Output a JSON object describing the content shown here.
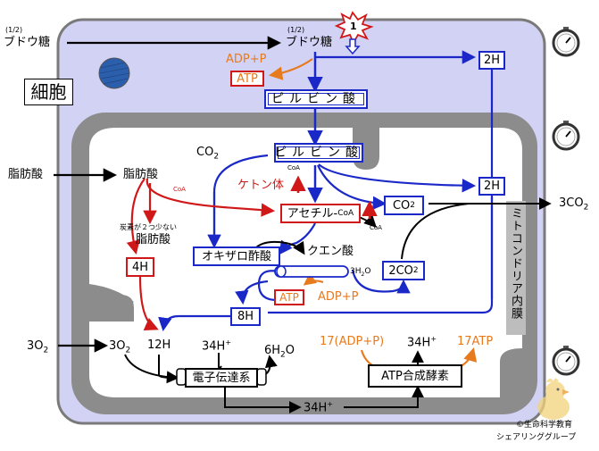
{
  "labels": {
    "half_left": "(1/2)",
    "budoutou_left": "ブドウ糖",
    "half_mid": "(1/2)",
    "budoutou_mid": "ブドウ糖",
    "star_num": "1",
    "adp_p_top": "ADP+P",
    "atp_top": "ATP",
    "h2_top": "2H",
    "cell": "細胞",
    "pyruvate_top": "ピルビン酸",
    "pyruvate_mid": "ピルビン酸",
    "co2_left_main": "CO",
    "co2_left_sub": "2",
    "coa_small_1": "CoA",
    "h2_mid": "2H",
    "fatty_acid_left": "脂肪酸",
    "fatty_acid_inner": "脂肪酸",
    "coa_small_2": "CoA",
    "ketone": "ケトン体",
    "co2_box_main": "CO",
    "co2_box_sub": "2",
    "three_co2_main": "3CO",
    "three_co2_sub": "2",
    "acetyl_main": "アセチル-",
    "acetyl_coa": "CoA",
    "coa_small_3": "CoA",
    "carbon2_note": "炭素が２つ少ない",
    "fatty_acid_short": "脂肪酸",
    "h4": "4H",
    "oxaloacetate": "オキザロ酢酸",
    "citric_acid": "クエン酸",
    "h2o_small_main": "3H",
    "h2o_small_sub": "2",
    "h2o_small_tail": "O",
    "two_co2_main": "2CO",
    "two_co2_sub": "2",
    "atp_mid": "ATP",
    "adp_p_mid": "ADP+P",
    "mito_membrane": "ミトコンドリア内膜",
    "h8": "8H",
    "o2_left_main": "3O",
    "o2_left_sub": "2",
    "o2_inner_main": "3O",
    "o2_inner_sub": "2",
    "h12": "12H",
    "h34_a_main": "34H",
    "h34_a_sup": "+",
    "h2o_out_main": "6H",
    "h2o_out_sub": "2",
    "h2o_out_tail": "O",
    "adp17": "17(ADP+P)",
    "h34_b_main": "34H",
    "h34_b_sup": "+",
    "atp17": "17ATP",
    "etc": "電子伝達系",
    "atp_synthase": "ATP合成酵素",
    "h34_c_main": "34H",
    "h34_c_sup": "+",
    "copyright": "©生命科学教育",
    "copyright2": "シェアリンググループ"
  },
  "colors": {
    "blue_arrow": "#1a28c8",
    "red_arrow": "#d01818",
    "orange": "#e87a1e",
    "cell_fill": "#d2d2f5",
    "cell_stroke": "#7a7a7a",
    "mito_gray": "#8c8c8c",
    "nucleus": "#2b5eab"
  },
  "icons": [
    "stopwatch-icon",
    "stopwatch-icon",
    "stopwatch-icon",
    "star-burst-icon",
    "nucleus-icon",
    "chick-mascot-icon"
  ]
}
